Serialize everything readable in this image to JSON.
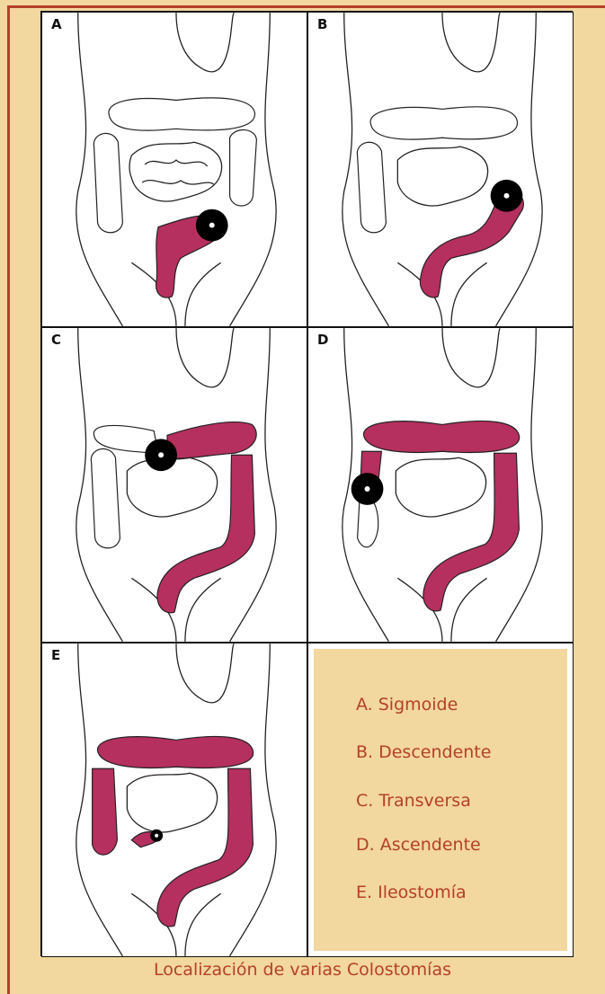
{
  "panels": [
    {
      "label": "A"
    },
    {
      "label": "B"
    },
    {
      "label": "C"
    },
    {
      "label": "D"
    },
    {
      "label": "E"
    }
  ],
  "legend": {
    "items": [
      "A. Sigmoide",
      "B. Descendente",
      "C. Transversa",
      "D. Ascendente",
      "E. Ileostomía"
    ]
  },
  "caption": "Localización de varias Colostomías",
  "colors": {
    "background": "#f2d79e",
    "accent": "#b5402a",
    "colon_highlight": "#b5305f",
    "stoma": "#000000"
  }
}
